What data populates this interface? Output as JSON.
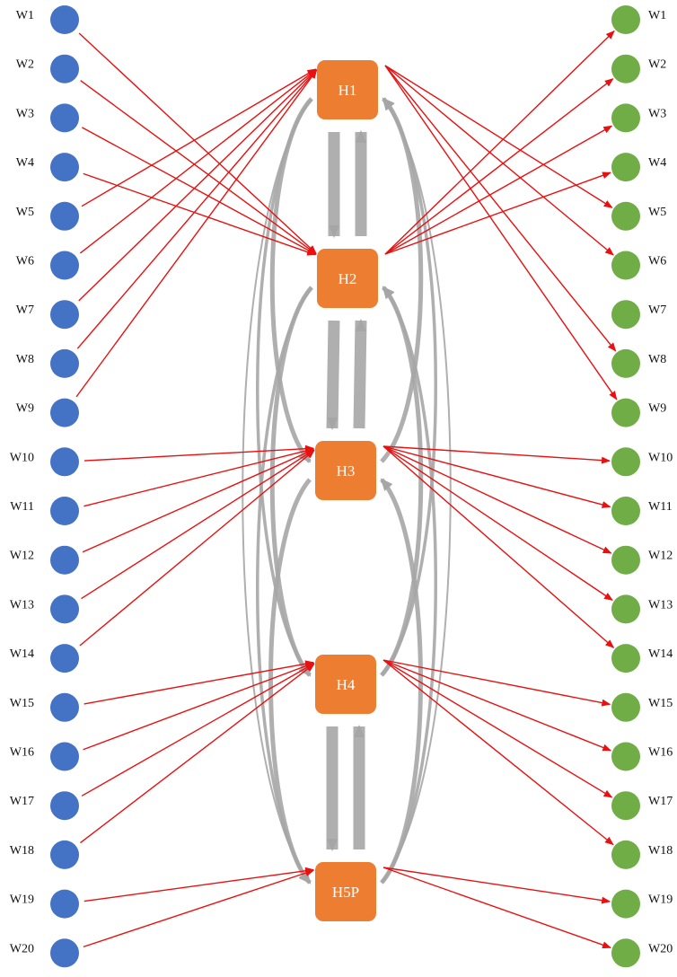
{
  "colors": {
    "source_node": "#4472c4",
    "target_node": "#70ad47",
    "hub": "#ed7d31",
    "edge": "#e81010",
    "flow": "#a6a6a6"
  },
  "sources": [
    {
      "id": "s1",
      "label": "W1"
    },
    {
      "id": "s2",
      "label": "W2"
    },
    {
      "id": "s3",
      "label": "W3"
    },
    {
      "id": "s4",
      "label": "W4"
    },
    {
      "id": "s5",
      "label": "W5"
    },
    {
      "id": "s6",
      "label": "W6"
    },
    {
      "id": "s7",
      "label": "W7"
    },
    {
      "id": "s8",
      "label": "W8"
    },
    {
      "id": "s9",
      "label": "W9"
    },
    {
      "id": "s10",
      "label": "W10"
    },
    {
      "id": "s11",
      "label": "W11"
    },
    {
      "id": "s12",
      "label": "W12"
    },
    {
      "id": "s13",
      "label": "W13"
    },
    {
      "id": "s14",
      "label": "W14"
    },
    {
      "id": "s15",
      "label": "W15"
    },
    {
      "id": "s16",
      "label": "W16"
    },
    {
      "id": "s17",
      "label": "W17"
    },
    {
      "id": "s18",
      "label": "W18"
    },
    {
      "id": "s19",
      "label": "W19"
    },
    {
      "id": "s20",
      "label": "W20"
    }
  ],
  "targets": [
    {
      "id": "t1",
      "label": "W1"
    },
    {
      "id": "t2",
      "label": "W2"
    },
    {
      "id": "t3",
      "label": "W3"
    },
    {
      "id": "t4",
      "label": "W4"
    },
    {
      "id": "t5",
      "label": "W5"
    },
    {
      "id": "t6",
      "label": "W6"
    },
    {
      "id": "t7",
      "label": "W7"
    },
    {
      "id": "t8",
      "label": "W8"
    },
    {
      "id": "t9",
      "label": "W9"
    },
    {
      "id": "t10",
      "label": "W10"
    },
    {
      "id": "t11",
      "label": "W11"
    },
    {
      "id": "t12",
      "label": "W12"
    },
    {
      "id": "t13",
      "label": "W13"
    },
    {
      "id": "t14",
      "label": "W14"
    },
    {
      "id": "t15",
      "label": "W15"
    },
    {
      "id": "t16",
      "label": "W16"
    },
    {
      "id": "t17",
      "label": "W17"
    },
    {
      "id": "t18",
      "label": "W18"
    },
    {
      "id": "t19",
      "label": "W19"
    },
    {
      "id": "t20",
      "label": "W20"
    }
  ],
  "hubs": [
    {
      "id": "H1",
      "label": "H1"
    },
    {
      "id": "H2",
      "label": "H2"
    },
    {
      "id": "H3",
      "label": "H3"
    },
    {
      "id": "H4",
      "label": "H4"
    },
    {
      "id": "H5P",
      "label": "H5P"
    }
  ],
  "inbound": [
    [
      "s1",
      "H2"
    ],
    [
      "s2",
      "H2"
    ],
    [
      "s3",
      "H2"
    ],
    [
      "s4",
      "H2"
    ],
    [
      "s5",
      "H1"
    ],
    [
      "s6",
      "H1"
    ],
    [
      "s7",
      "H1"
    ],
    [
      "s8",
      "H1"
    ],
    [
      "s9",
      "H1"
    ],
    [
      "s10",
      "H3"
    ],
    [
      "s11",
      "H3"
    ],
    [
      "s12",
      "H3"
    ],
    [
      "s13",
      "H3"
    ],
    [
      "s14",
      "H3"
    ],
    [
      "s15",
      "H4"
    ],
    [
      "s16",
      "H4"
    ],
    [
      "s17",
      "H4"
    ],
    [
      "s18",
      "H4"
    ],
    [
      "s19",
      "H5P"
    ],
    [
      "s20",
      "H5P"
    ]
  ],
  "outbound": [
    [
      "H1",
      "t5"
    ],
    [
      "H1",
      "t6"
    ],
    [
      "H1",
      "t8"
    ],
    [
      "H1",
      "t9"
    ],
    [
      "H2",
      "t1"
    ],
    [
      "H2",
      "t2"
    ],
    [
      "H2",
      "t3"
    ],
    [
      "H2",
      "t4"
    ],
    [
      "H3",
      "t10"
    ],
    [
      "H3",
      "t11"
    ],
    [
      "H3",
      "t12"
    ],
    [
      "H3",
      "t13"
    ],
    [
      "H3",
      "t14"
    ],
    [
      "H4",
      "t15"
    ],
    [
      "H4",
      "t16"
    ],
    [
      "H4",
      "t17"
    ],
    [
      "H4",
      "t18"
    ],
    [
      "H5P",
      "t19"
    ],
    [
      "H5P",
      "t20"
    ]
  ],
  "hub_flows": [
    [
      "H1",
      "H2"
    ],
    [
      "H2",
      "H1"
    ],
    [
      "H2",
      "H3"
    ],
    [
      "H3",
      "H2"
    ],
    [
      "H4",
      "H5P"
    ],
    [
      "H5P",
      "H4"
    ],
    [
      "H1",
      "H3"
    ],
    [
      "H3",
      "H1"
    ],
    [
      "H2",
      "H4"
    ],
    [
      "H4",
      "H2"
    ],
    [
      "H3",
      "H5P"
    ],
    [
      "H5P",
      "H3"
    ],
    [
      "H1",
      "H4"
    ],
    [
      "H4",
      "H1"
    ],
    [
      "H2",
      "H5P"
    ],
    [
      "H5P",
      "H2"
    ],
    [
      "H1",
      "H5P"
    ],
    [
      "H5P",
      "H1"
    ]
  ]
}
